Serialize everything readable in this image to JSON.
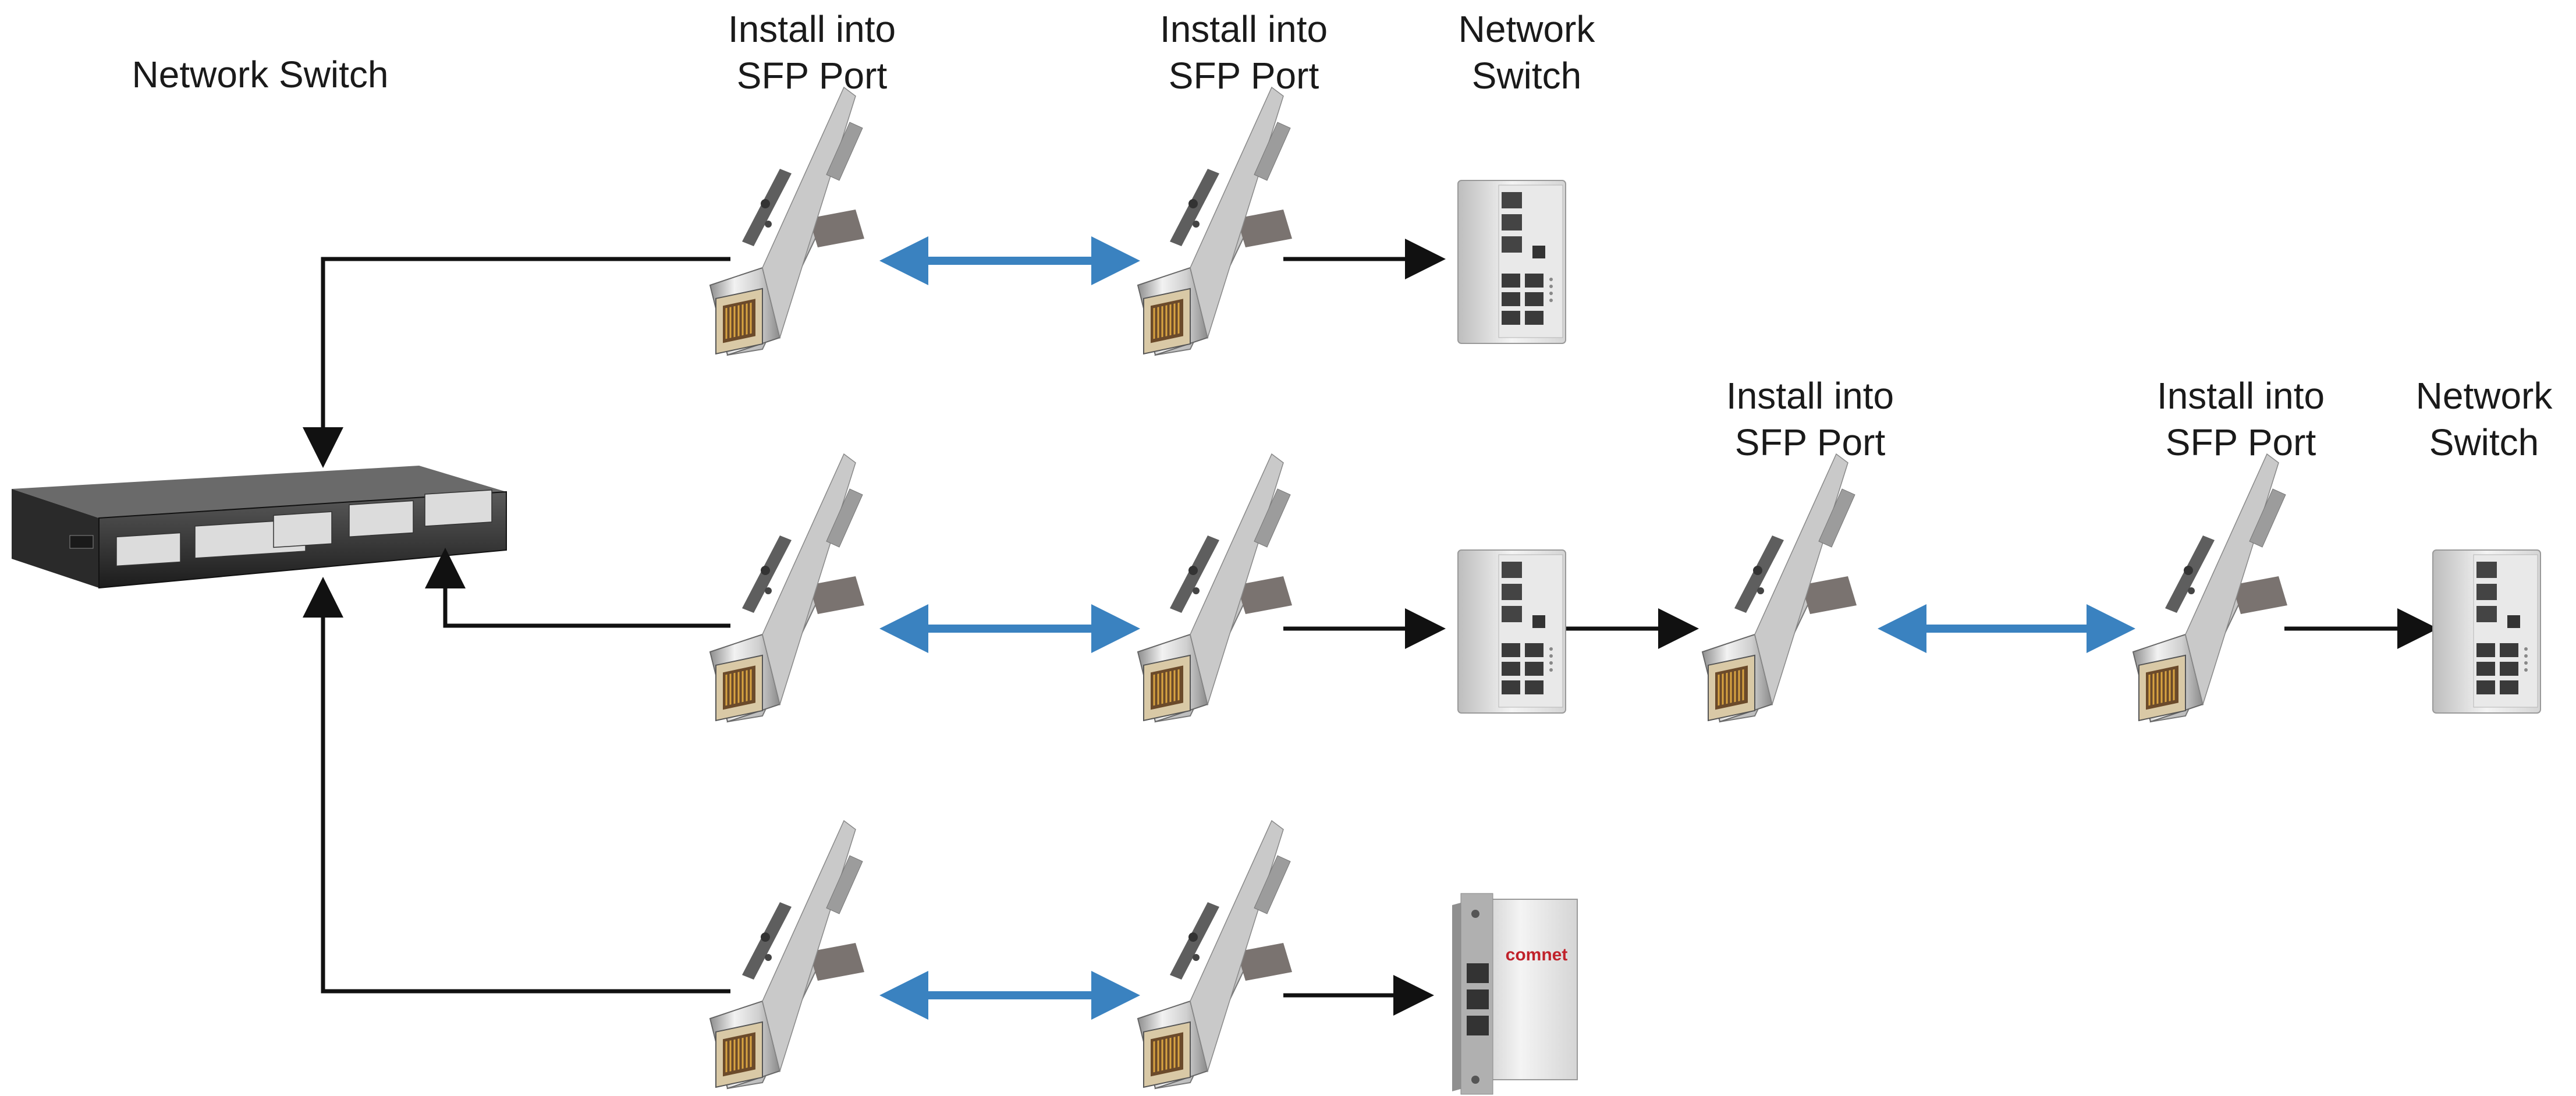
{
  "labels": {
    "network_switch_main": "Network Switch",
    "install_into_line1": "Install into",
    "install_into_line2": "SFP Port",
    "network_line1": "Network",
    "switch_line2": "Switch"
  },
  "colors": {
    "fiber_link": "#3a82c0",
    "copper_link": "#111111",
    "background": "#ffffff"
  },
  "devices": {
    "core_switch": "rack-mount-network-switch",
    "sfp_module": "rj45-copper-sfp-module",
    "edge_switch": "din-rail-industrial-switch",
    "media_converter": "card-media-converter",
    "media_converter_brand": "comnet"
  }
}
